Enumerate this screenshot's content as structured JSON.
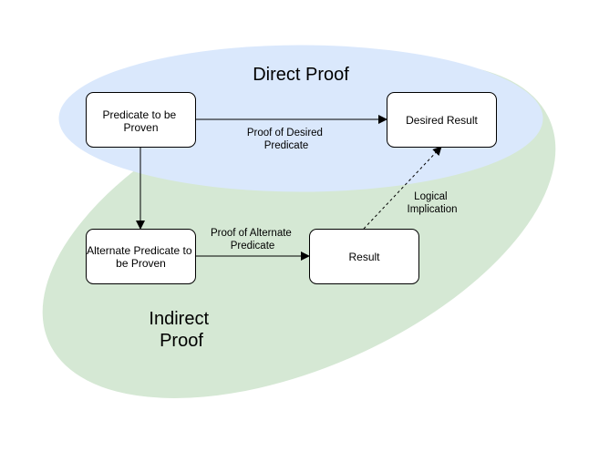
{
  "regions": {
    "direct": {
      "title": "Direct Proof",
      "fill": "#dae8fc"
    },
    "indirect": {
      "title_lines": [
        "Indirect",
        "Proof"
      ],
      "fill": "#d5e8d4"
    }
  },
  "nodes": {
    "predicate": {
      "lines": [
        "Predicate to be",
        "Proven"
      ]
    },
    "desired": {
      "lines": [
        "Desired Result"
      ]
    },
    "alternate": {
      "lines": [
        "Alternate Predicate to",
        "be Proven"
      ]
    },
    "result": {
      "lines": [
        "Result"
      ]
    }
  },
  "edges": {
    "proof_desired": {
      "lines": [
        "Proof of Desired",
        "Predicate"
      ]
    },
    "proof_alternate": {
      "lines": [
        "Proof of Alternate",
        "Predicate"
      ]
    },
    "implication": {
      "lines": [
        "Logical",
        "Implication"
      ]
    },
    "predicate_to_alternate": {
      "label": ""
    }
  },
  "colors": {
    "stroke": "#000000",
    "node_fill": "#ffffff"
  }
}
